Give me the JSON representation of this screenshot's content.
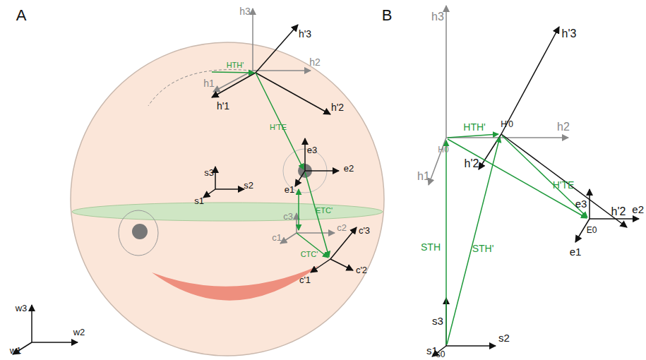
{
  "diagram": {
    "labels": [
      "A",
      "h3",
      "h2",
      "h1",
      "h'3",
      "h'1",
      "h'2",
      "HTH'",
      "H'TE",
      "e3",
      "e2",
      "e1",
      "ETC'",
      "c3",
      "c2",
      "c1",
      "c'3",
      "c'2",
      "c'1",
      "CTC'",
      "s3",
      "s2",
      "s1",
      "w3",
      "w2",
      "w1",
      "B",
      "h3",
      "h2",
      "h1",
      "h'3",
      "h'2",
      "h'2",
      "H0",
      "H'0",
      "HTH'",
      "H'TE",
      "STH",
      "STH'",
      "e3",
      "e2",
      "e1",
      "E0",
      "s3",
      "s2",
      "s1",
      "s0"
    ]
  }
}
